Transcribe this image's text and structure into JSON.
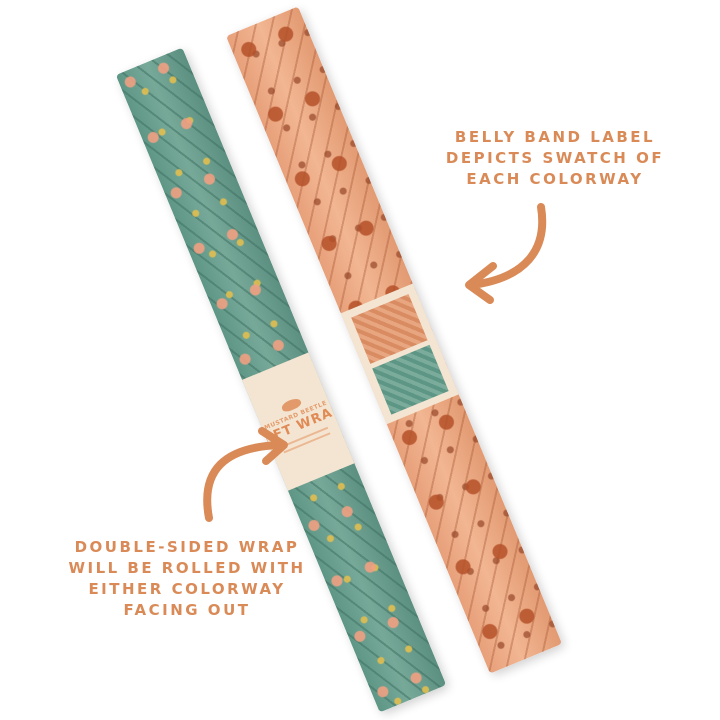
{
  "callouts": {
    "top": [
      "Belly band label",
      "depicts swatch of",
      "each colorway"
    ],
    "bottom": [
      "Double-sided wrap",
      "will be rolled with",
      "either colorway",
      "facing out"
    ]
  },
  "label": {
    "brand": "MUSTARD BEETLE",
    "title": "GIFT WRAP",
    "logo": "moth-icon"
  },
  "colors": {
    "accent": "#d98a57",
    "green_colorway": "#6fa293",
    "orange_colorway": "#eba882",
    "band": "#f4e5d2"
  }
}
